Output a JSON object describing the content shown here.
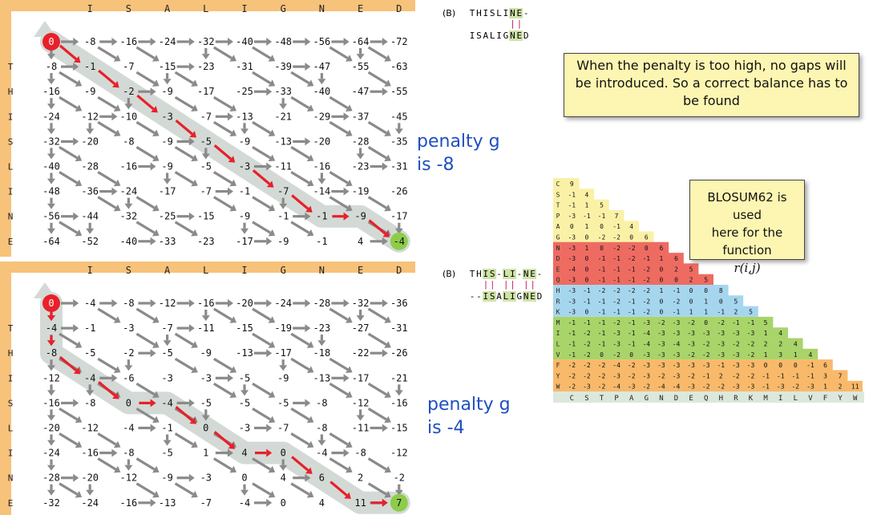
{
  "top_matrix": {
    "cols": [
      "I",
      "S",
      "A",
      "L",
      "I",
      "G",
      "N",
      "E",
      "D"
    ],
    "rows": [
      "T",
      "H",
      "I",
      "S",
      "L",
      "I",
      "N",
      "E"
    ],
    "cells": [
      [
        "0",
        "-8",
        "-16",
        "-24",
        "-32",
        "-40",
        "-48",
        "-56",
        "-64",
        "-72"
      ],
      [
        "-8",
        "-1",
        "-7",
        "-15",
        "-23",
        "-31",
        "-39",
        "-47",
        "-55",
        "-63"
      ],
      [
        "-16",
        "-9",
        "-2",
        "-9",
        "-17",
        "-25",
        "-33",
        "-40",
        "-47",
        "-55"
      ],
      [
        "-24",
        "-12",
        "-10",
        "-3",
        "-7",
        "-13",
        "-21",
        "-29",
        "-37",
        "-45"
      ],
      [
        "-32",
        "-20",
        "-8",
        "-9",
        "-5",
        "-9",
        "-13",
        "-20",
        "-28",
        "-35"
      ],
      [
        "-40",
        "-28",
        "-16",
        "-9",
        "-5",
        "-3",
        "-11",
        "-16",
        "-23",
        "-31"
      ],
      [
        "-48",
        "-36",
        "-24",
        "-17",
        "-7",
        "-1",
        "-7",
        "-14",
        "-19",
        "-26"
      ],
      [
        "-56",
        "-44",
        "-32",
        "-25",
        "-15",
        "-9",
        "-1",
        "-1",
        "-9",
        "-17"
      ],
      [
        "-64",
        "-52",
        "-40",
        "-33",
        "-23",
        "-17",
        "-9",
        "-1",
        "4",
        "-4"
      ]
    ],
    "path": [
      [
        0,
        0
      ],
      [
        1,
        1
      ],
      [
        2,
        2
      ],
      [
        3,
        3
      ],
      [
        4,
        4
      ],
      [
        5,
        5
      ],
      [
        6,
        6
      ],
      [
        7,
        7
      ],
      [
        7,
        8
      ],
      [
        8,
        9
      ]
    ]
  },
  "bottom_matrix": {
    "cols": [
      "I",
      "S",
      "A",
      "L",
      "I",
      "G",
      "N",
      "E",
      "D"
    ],
    "rows": [
      "T",
      "H",
      "I",
      "S",
      "L",
      "I",
      "N",
      "E"
    ],
    "cells": [
      [
        "0",
        "-4",
        "-8",
        "-12",
        "-16",
        "-20",
        "-24",
        "-28",
        "-32",
        "-36"
      ],
      [
        "-4",
        "-1",
        "-3",
        "-7",
        "-11",
        "-15",
        "-19",
        "-23",
        "-27",
        "-31"
      ],
      [
        "-8",
        "-5",
        "-2",
        "-5",
        "-9",
        "-13",
        "-17",
        "-18",
        "-22",
        "-26"
      ],
      [
        "-12",
        "-4",
        "-6",
        "-3",
        "-3",
        "-5",
        "-9",
        "-13",
        "-17",
        "-21"
      ],
      [
        "-16",
        "-8",
        "0",
        "-4",
        "-5",
        "-5",
        "-5",
        "-8",
        "-12",
        "-16"
      ],
      [
        "-20",
        "-12",
        "-4",
        "-1",
        "0",
        "-3",
        "-7",
        "-8",
        "-11",
        "-15"
      ],
      [
        "-24",
        "-16",
        "-8",
        "-5",
        "1",
        "4",
        "0",
        "-4",
        "-8",
        "-12"
      ],
      [
        "-28",
        "-20",
        "-12",
        "-9",
        "-3",
        "0",
        "4",
        "6",
        "2",
        "-2"
      ],
      [
        "-32",
        "-24",
        "-16",
        "-13",
        "-7",
        "-4",
        "0",
        "4",
        "11",
        "7"
      ]
    ],
    "path": [
      [
        0,
        0
      ],
      [
        1,
        0
      ],
      [
        2,
        0
      ],
      [
        3,
        1
      ],
      [
        4,
        2
      ],
      [
        4,
        3
      ],
      [
        5,
        4
      ],
      [
        6,
        5
      ],
      [
        6,
        6
      ],
      [
        7,
        7
      ],
      [
        8,
        8
      ],
      [
        8,
        9
      ]
    ]
  },
  "penalty_top": {
    "line1": "penalty g",
    "line2": "is -8"
  },
  "penalty_bottom": {
    "line1": "penalty g",
    "line2": "is -4"
  },
  "alignment_top": {
    "label": "(B)",
    "seq1": "THISLINE-",
    "seq2": "----ISALIGNED",
    "seq2_display": "ISALIGNED"
  },
  "alignment_bottom": {
    "label": "(B)",
    "seq1": "THIS-LI-NE-",
    "seq2": "--ISALIGNED"
  },
  "note_top": "When the penalty is too high, no gaps will be introduced.  So a correct balance has to be found",
  "note_blosum": {
    "line1": "BLOSUM62 is used",
    "line2": "here for the function",
    "func": "r(i,j)"
  },
  "blosum": {
    "letters": [
      "C",
      "S",
      "T",
      "P",
      "A",
      "G",
      "N",
      "D",
      "E",
      "Q",
      "H",
      "R",
      "K",
      "M",
      "I",
      "L",
      "V",
      "F",
      "Y",
      "W"
    ],
    "rows": [
      [
        "9"
      ],
      [
        "-1",
        "4"
      ],
      [
        "-1",
        "1",
        "5"
      ],
      [
        "-3",
        "-1",
        "-1",
        "7"
      ],
      [
        "0",
        "1",
        "0",
        "-1",
        "4"
      ],
      [
        "-3",
        "0",
        "-2",
        "-2",
        "0",
        "6"
      ],
      [
        "-3",
        "1",
        "0",
        "-2",
        "-2",
        "0",
        "6"
      ],
      [
        "-3",
        "0",
        "-1",
        "-1",
        "-2",
        "-1",
        "1",
        "6"
      ],
      [
        "-4",
        "0",
        "-1",
        "-1",
        "-1",
        "-2",
        "0",
        "2",
        "5"
      ],
      [
        "-3",
        "0",
        "-1",
        "-1",
        "-1",
        "-2",
        "0",
        "0",
        "2",
        "5"
      ],
      [
        "-3",
        "-1",
        "-2",
        "-2",
        "-2",
        "-2",
        "1",
        "-1",
        "0",
        "0",
        "8"
      ],
      [
        "-3",
        "-1",
        "-1",
        "-2",
        "-1",
        "-2",
        "0",
        "-2",
        "0",
        "1",
        "0",
        "5"
      ],
      [
        "-3",
        "0",
        "-1",
        "-1",
        "-1",
        "-2",
        "0",
        "-1",
        "1",
        "1",
        "-1",
        "2",
        "5"
      ],
      [
        "-1",
        "-1",
        "-1",
        "-2",
        "-1",
        "-3",
        "-2",
        "-3",
        "-2",
        "0",
        "-2",
        "-1",
        "-1",
        "5"
      ],
      [
        "-1",
        "-2",
        "-1",
        "-3",
        "-1",
        "-4",
        "-3",
        "-3",
        "-3",
        "-3",
        "-3",
        "-3",
        "-3",
        "1",
        "4"
      ],
      [
        "-1",
        "-2",
        "-1",
        "-3",
        "-1",
        "-4",
        "-3",
        "-4",
        "-3",
        "-2",
        "-3",
        "-2",
        "-2",
        "2",
        "2",
        "4"
      ],
      [
        "-1",
        "-2",
        "0",
        "-2",
        "0",
        "-3",
        "-3",
        "-3",
        "-2",
        "-2",
        "-3",
        "-3",
        "-2",
        "1",
        "3",
        "1",
        "4"
      ],
      [
        "-2",
        "-2",
        "-2",
        "-4",
        "-2",
        "-3",
        "-3",
        "-3",
        "-3",
        "-3",
        "-1",
        "-3",
        "-3",
        "0",
        "0",
        "0",
        "-1",
        "6"
      ],
      [
        "-2",
        "-2",
        "-2",
        "-3",
        "-2",
        "-3",
        "-2",
        "-3",
        "-2",
        "-1",
        "2",
        "-2",
        "-2",
        "-1",
        "-1",
        "-1",
        "-1",
        "3",
        "7"
      ],
      [
        "-2",
        "-3",
        "-2",
        "-4",
        "-3",
        "-2",
        "-4",
        "-4",
        "-3",
        "-2",
        "-2",
        "-3",
        "-3",
        "-1",
        "-3",
        "-2",
        "-3",
        "1",
        "2",
        "11"
      ]
    ]
  },
  "colors": {
    "header_orange": "#f7c27a",
    "path_gray": "#d3dad6",
    "arrow_gray": "#8a8a8a",
    "arrow_red": "#e8202a",
    "start_circle": "#e8202a",
    "end_circle": "#8ccc4a",
    "blosum_yellow": "#fbf1a6",
    "blosum_red": "#ee6b62",
    "blosum_blue": "#a6d6ee",
    "blosum_green": "#a8d46a",
    "blosum_orange": "#f8b96a",
    "blosum_header": "#dde8dd",
    "penalty_blue": "#1f4fbf"
  }
}
